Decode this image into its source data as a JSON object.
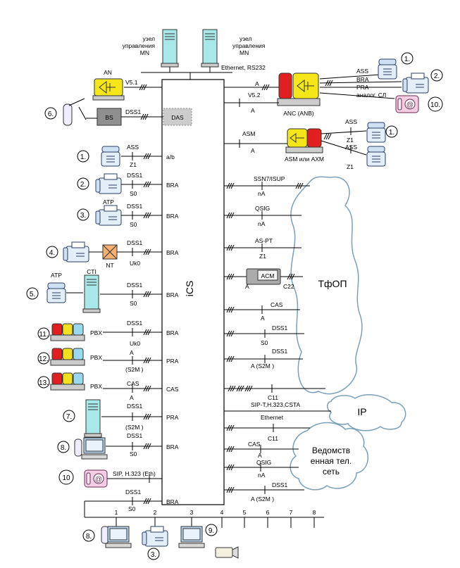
{
  "center": {
    "label": "iCS"
  },
  "top": {
    "mn_left": {
      "line1": "узел",
      "line2": "управления",
      "line3": "MN"
    },
    "mn_right": {
      "line1": "узел",
      "line2": "управления",
      "line3": "MN"
    },
    "ethernet": "Ethernet, RS232"
  },
  "left": {
    "an": {
      "title": "AN",
      "link": "V5.1"
    },
    "bs": {
      "num": "6.",
      "box": "BS",
      "link": "DSS1",
      "das": "DAS"
    },
    "r1": {
      "num": "1.",
      "top": "ASS",
      "bottom": "Z1",
      "port": "a/b"
    },
    "r2": {
      "num": "2.",
      "top": "DSS1",
      "bottom": "S0",
      "port": "BRA"
    },
    "r3": {
      "num": "3.",
      "dev": "ATP",
      "top": "DSS1",
      "bottom": "S0",
      "port": "BRA"
    },
    "r4": {
      "num": "4.",
      "nt": "NT",
      "top": "DSS1",
      "bottom": "Uk0",
      "port": "BRA"
    },
    "r5": {
      "num": "5.",
      "atp": "ATP",
      "cti": "CTI",
      "top": "DSS1",
      "bottom": "S0",
      "port": "BRA"
    },
    "r11": {
      "num": "11.",
      "pbx": "PBX",
      "top": "DSS1",
      "bottom": "Uk0",
      "port": "BRA"
    },
    "r12": {
      "num": "12.",
      "pbx": "PBX",
      "top": "A",
      "bottom": "(S2M )",
      "port": "PRA"
    },
    "r13": {
      "num": "13.",
      "pbx": "PBX",
      "top": "CAS",
      "bottom": "A",
      "port": "CAS"
    },
    "r7": {
      "num": "7.",
      "top": "DSS1",
      "bottom": "(S2M )",
      "port": "PRA"
    },
    "r8": {
      "num": "8.",
      "top": "DSS1",
      "bottom": "S0",
      "port": "BRA"
    },
    "r10": {
      "num": "10",
      "link": "SIP, H.323 (Eth)"
    },
    "r_last": {
      "top": "DSS1",
      "bottom": "S0",
      "port": "BRA"
    }
  },
  "right": {
    "anc": {
      "label": "ANC (ANB)",
      "a": "A",
      "v52": "V5.2",
      "a2": "A",
      "ass": "ASS",
      "bra": "BRA",
      "pra": "PRA",
      "analog": "аналог. СЛ",
      "n1": "1.",
      "n2": "2.",
      "n10": "10."
    },
    "asm": {
      "label": "ASM или AXM",
      "asm": "ASM",
      "a": "A",
      "ass1": "ASS",
      "z1a": "Z1",
      "ass2": "ASS",
      "z1b": "Z1",
      "n1": "1."
    },
    "links": [
      {
        "top": "SSN7/ISUP",
        "bottom": "nA"
      },
      {
        "top": "QSIG",
        "bottom": "nA"
      },
      {
        "top": "AS-PT",
        "bottom": "Z1"
      },
      {
        "acm": "ACM",
        "a": "A",
        "c22": "C22"
      },
      {
        "top": "CAS",
        "bottom": "A"
      },
      {
        "top": "DSS1",
        "bottom": "S0"
      },
      {
        "top": "DSS1",
        "bottom": "A  (S2M )"
      },
      {
        "top": "C11",
        "bottom": "SIP-T,H.323,CSTA"
      },
      {
        "top": "Ethernet",
        "bottom": "C11"
      },
      {
        "top": "CAS",
        "bottom": "A"
      },
      {
        "top": "QSIG",
        "bottom": "nA"
      },
      {
        "top": "DSS1",
        "bottom": "A  (S2M )"
      }
    ],
    "clouds": {
      "pstn": "ТфОП",
      "ip": "IP",
      "dept_l1": "Ведомств",
      "dept_l2": "енная тел.",
      "dept_l3": "сеть"
    }
  },
  "bus": {
    "numbers": [
      "1",
      "2",
      "3",
      "4",
      "5",
      "6",
      "7",
      "8"
    ],
    "n8": "8.",
    "n3": "3.",
    "n9": "9."
  }
}
